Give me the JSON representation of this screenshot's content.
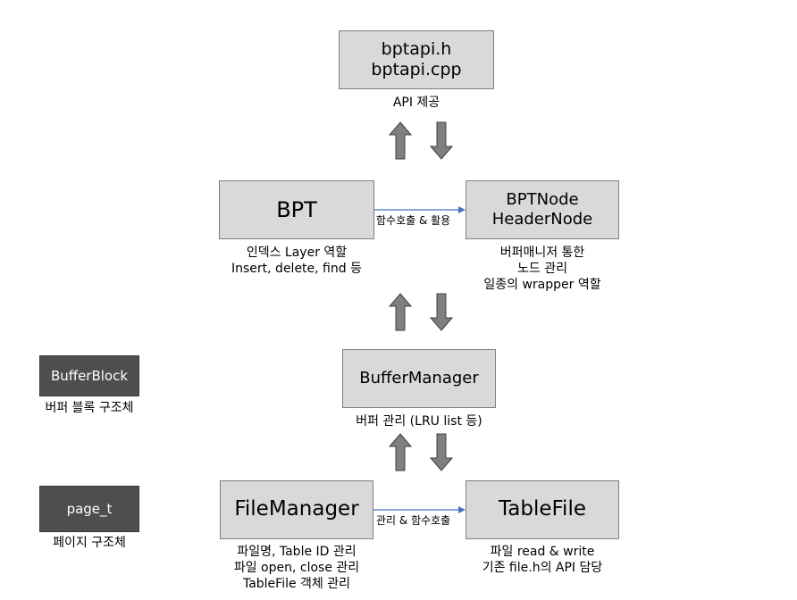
{
  "colors": {
    "box_fill": "#d9d9d9",
    "box_border": "#7f7f7f",
    "dark_fill": "#4e4e4e",
    "arrow_fill": "#7f7f7f",
    "connector": "#4472c4"
  },
  "bptapi": {
    "line1": "bptapi.h",
    "line2": "bptapi.cpp",
    "caption": "API 제공"
  },
  "bpt": {
    "label": "BPT",
    "caption_line1": "인덱스 Layer 역할",
    "caption_line2": "Insert, delete, find 등"
  },
  "bptnode": {
    "line1": "BPTNode",
    "line2": "HeaderNode",
    "caption_line1": "버퍼매니저 통한",
    "caption_line2": "노드 관리",
    "caption_line3": "일종의 wrapper 역할"
  },
  "conn_bpt": {
    "label": "함수호출 & 활용"
  },
  "buffermanager": {
    "label": "BufferManager",
    "caption": "버퍼 관리 (LRU list 등)"
  },
  "bufferblock": {
    "label": "BufferBlock",
    "caption": "버퍼 블록 구조체"
  },
  "page_t": {
    "label": "page_t",
    "caption": "페이지 구조체"
  },
  "filemanager": {
    "label": "FileManager",
    "caption_line1": "파일명, Table ID 관리",
    "caption_line2": "파일 open, close 관리",
    "caption_line3": "TableFile 객체 관리"
  },
  "conn_file": {
    "label": "관리 & 함수호출"
  },
  "tablefile": {
    "label": "TableFile",
    "caption_line1": "파일 read & write",
    "caption_line2": "기존 file.h의 API 담당"
  }
}
